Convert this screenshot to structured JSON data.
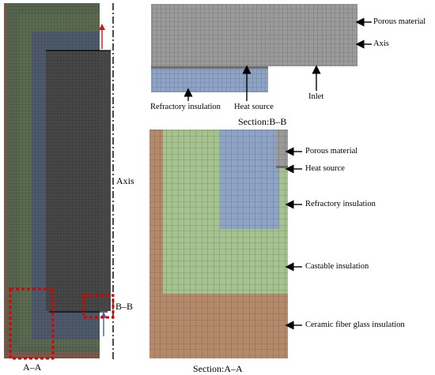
{
  "colors": {
    "mesh_outer": "#555a4e",
    "ceramic_fiber": "#b48a6a",
    "castable": "#a5c28f",
    "refractory": "#8ea4c6",
    "porous": "#9a9a9a",
    "heat_source": "#6e6e6e",
    "left_dark": "#4a4a4a",
    "left_edge": "#7a5a4a",
    "left_green": "#5b6b52",
    "left_blue": "#4d5a6b",
    "highlight_box": "#e00000",
    "flow_arrow_red": "#d01818",
    "flow_arrow_blue": "#4060a0"
  },
  "left_panel": {
    "axis_label": "Axis",
    "bb_label": "B–B",
    "aa_label": "A–A"
  },
  "section_bb": {
    "caption": "Section:B–B",
    "labels": {
      "porous_material": "Porous material",
      "axis": "Axis",
      "refractory_insulation": "Refractory insulation",
      "heat_source": "Heat source",
      "inlet": "Inlet"
    }
  },
  "section_aa": {
    "caption": "Section:A–A",
    "labels": {
      "porous_material": "Porous material",
      "heat_source": "Heat source",
      "refractory_insulation": "Refractory insulation",
      "castable_insulation": "Castable insulation",
      "ceramic_fiber": "Ceramic fiber glass insulation"
    }
  }
}
